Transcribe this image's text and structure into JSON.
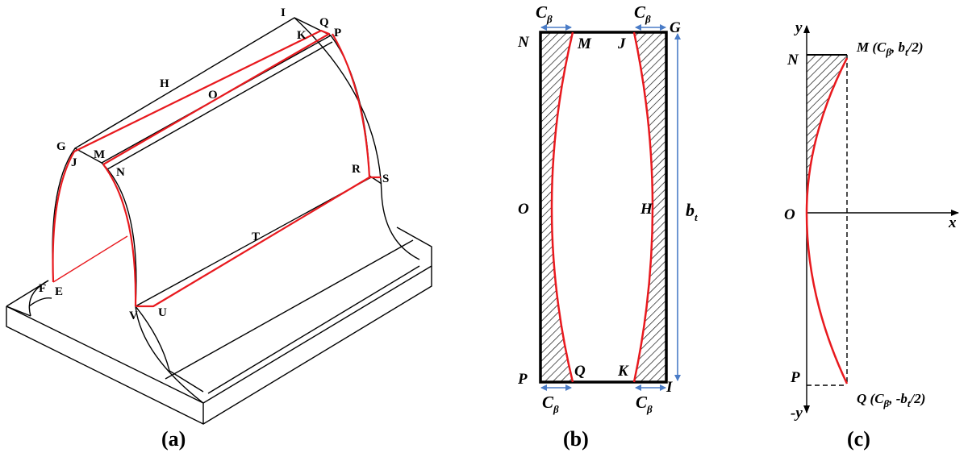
{
  "panel_a": {
    "caption": "(a)",
    "points": {
      "I": "I",
      "K": "K",
      "Q": "Q",
      "P": "P",
      "H": "H",
      "O": "O",
      "G": "G",
      "J": "J",
      "M": "M",
      "N": "N",
      "R": "R",
      "S": "S",
      "T": "T",
      "F": "F",
      "E": "E",
      "V": "V",
      "U": "U"
    }
  },
  "panel_b": {
    "caption": "(b)",
    "points": {
      "N": "N",
      "M": "M",
      "J": "J",
      "G": "G",
      "O": "O",
      "H": "H",
      "P": "P",
      "Q": "Q",
      "K": "K",
      "I": "I"
    },
    "dimension_main": "C",
    "dimension_sub": "β",
    "height_main": "b",
    "height_sub": "t"
  },
  "panel_c": {
    "caption": "(c)",
    "axes": {
      "y": "y",
      "neg_y": "-y",
      "x": "x"
    },
    "points": {
      "N": "N",
      "O": "O",
      "P": "P"
    },
    "coord_M": {
      "name": "M",
      "open": " (C",
      "sub1": "β",
      "mid": ", b",
      "sub2": "t",
      "close": "/2)"
    },
    "coord_Q": {
      "name": "Q",
      "open": " (C",
      "sub1": "β",
      "mid": ", -b",
      "sub2": "t",
      "close": "/2)"
    }
  },
  "colors": {
    "outline": "#000000",
    "profile": "#e8191e",
    "dimension": "#4a7cc7"
  }
}
